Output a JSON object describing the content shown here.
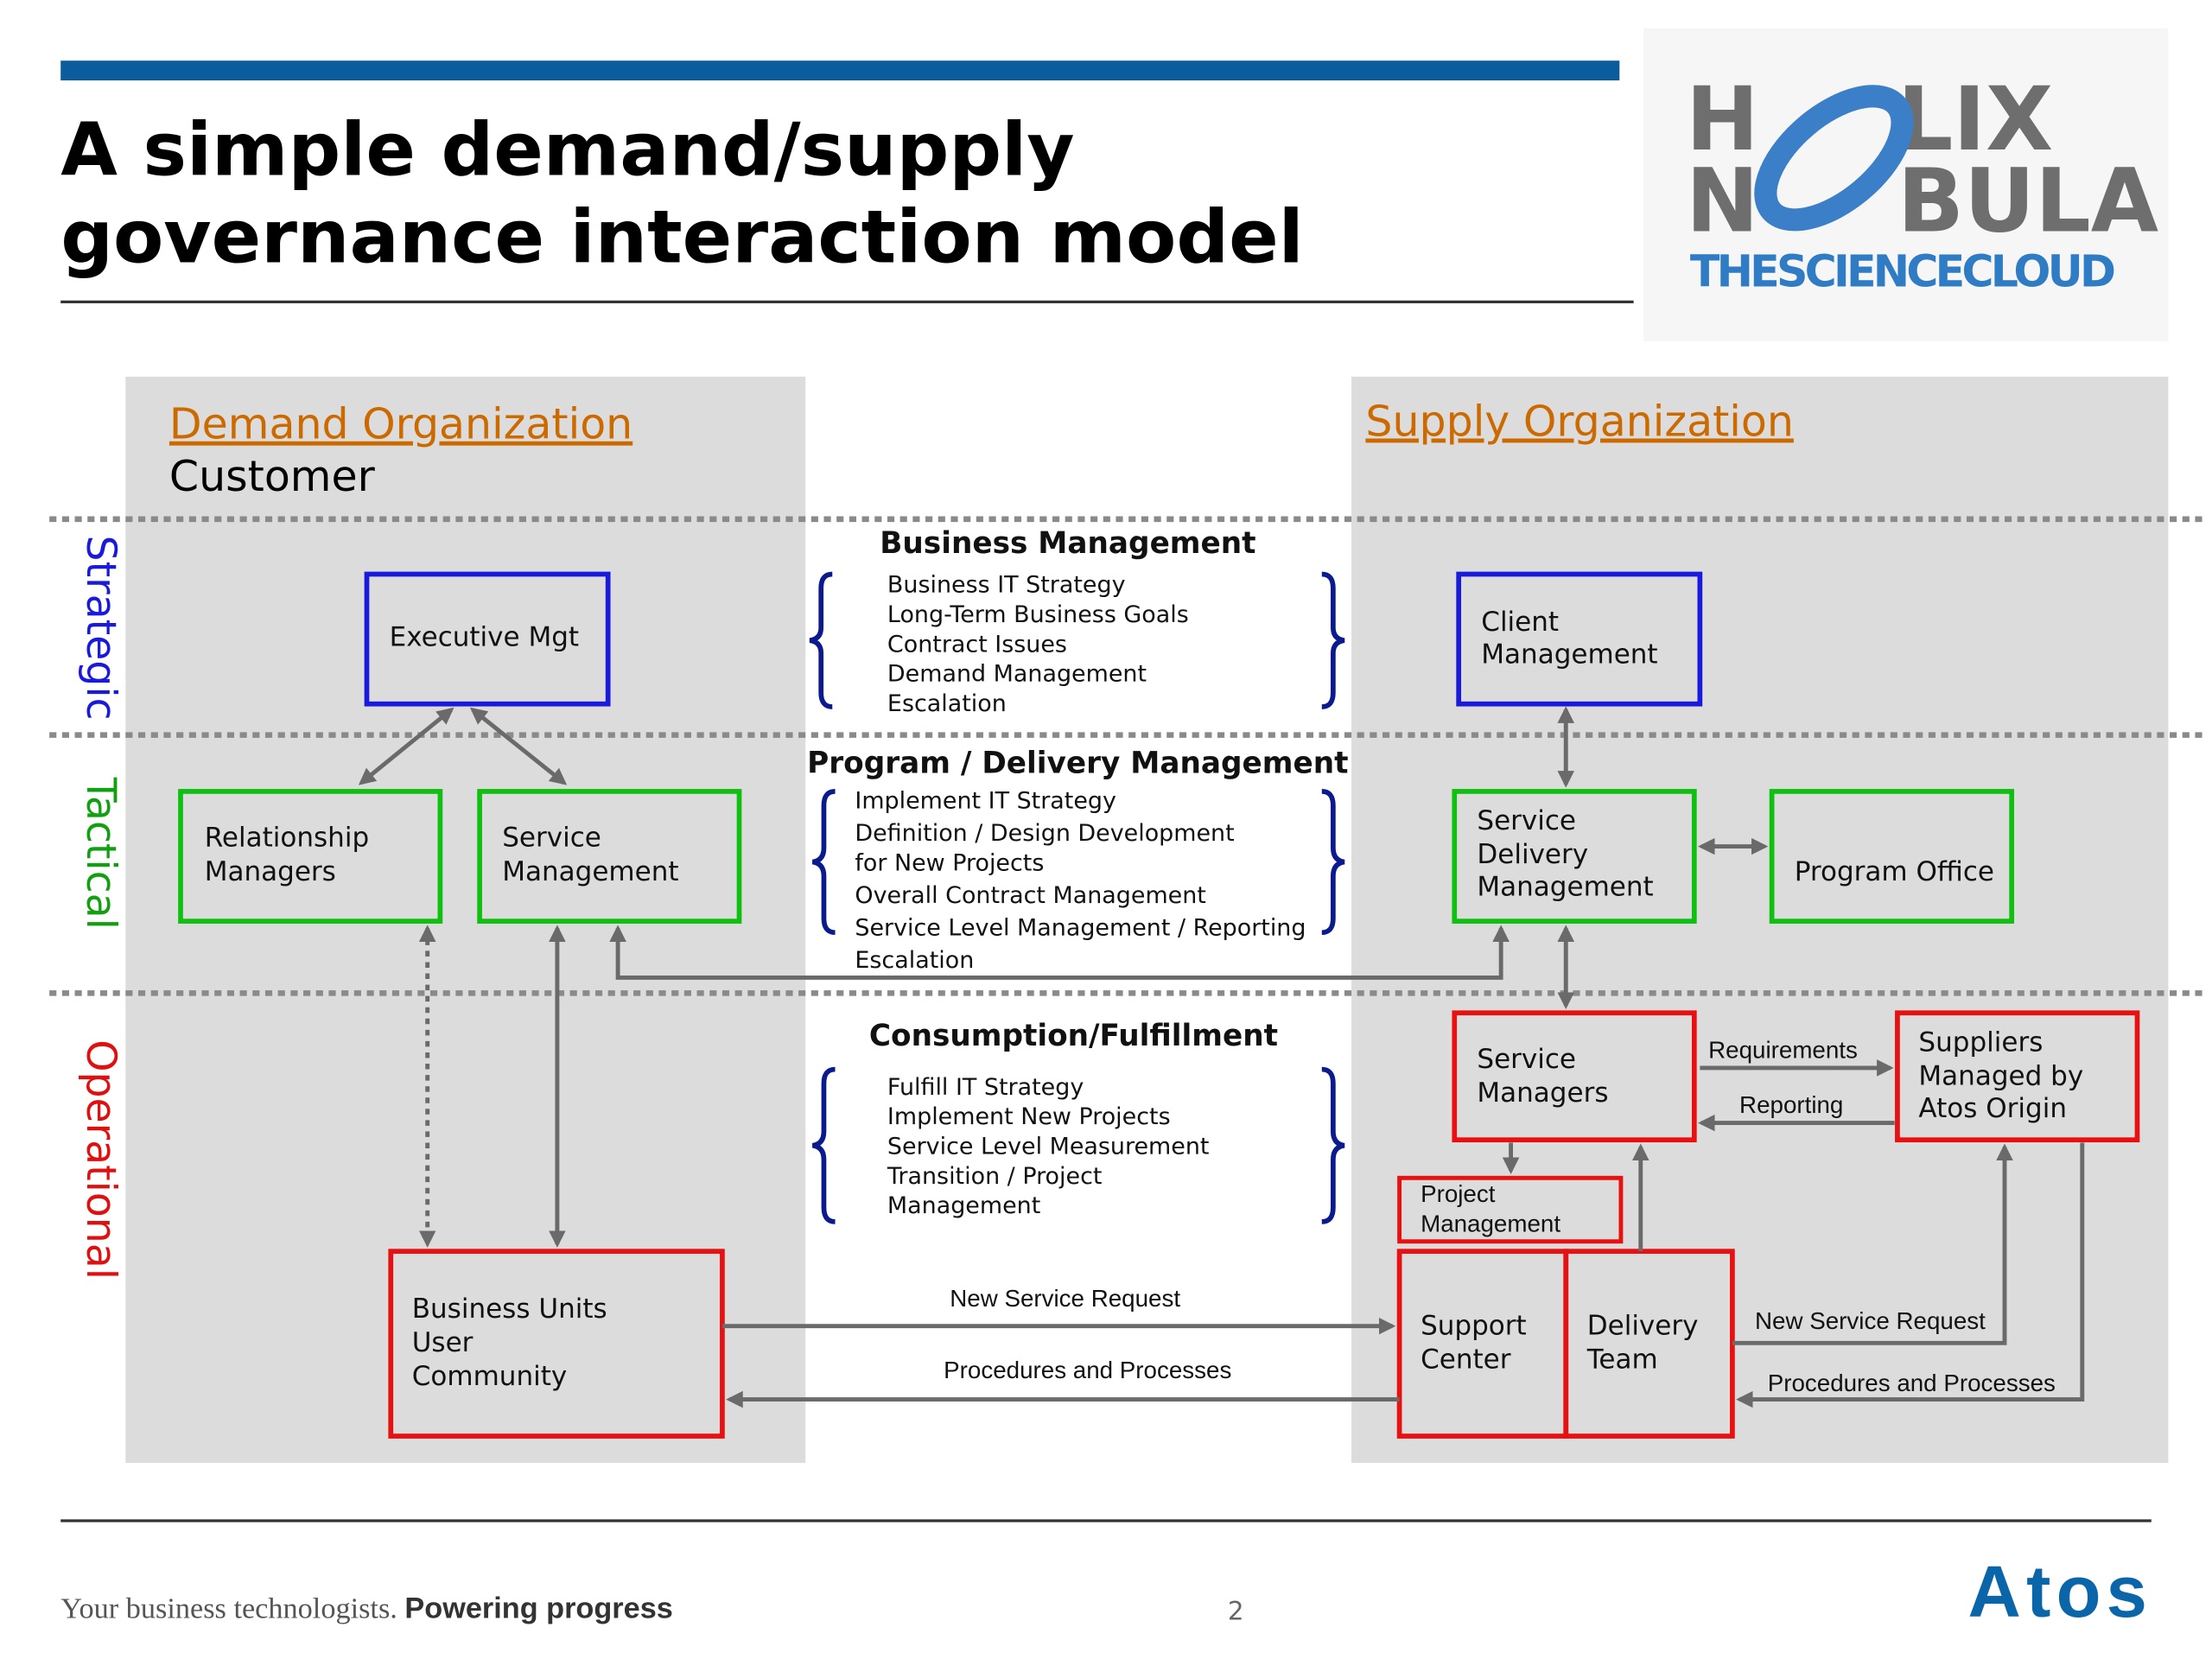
{
  "slide": {
    "title_lines": [
      "A simple demand/supply",
      "governance interaction model"
    ],
    "page_number": "2",
    "footer_tagline_regular": "Your business technologists.",
    "footer_tagline_bold": "Powering progress",
    "colors": {
      "accent_bar": "#0b5c9c",
      "strategic": "#1a1adc",
      "tactical": "#10a010",
      "operational": "#e01010",
      "org_heading": "#cc6a00",
      "panel": "#dcdcdc",
      "arrow": "#6a6a6a"
    }
  },
  "logos": {
    "helix_nebula": {
      "line1": "H LIX",
      "line2": "N BULA",
      "tagline": "THESCIENCECLOUD"
    },
    "atos": "Atos"
  },
  "demand": {
    "heading": "Demand Organization",
    "subheading": "Customer"
  },
  "supply": {
    "heading": "Supply Organization"
  },
  "layers": {
    "strategic": "Strategic",
    "tactical": "Tactical",
    "operational": "Operational"
  },
  "boxes": {
    "executive_mgt": [
      "Executive Mgt"
    ],
    "relationship_managers": [
      "Relationship",
      "Managers"
    ],
    "service_management": [
      "Service",
      "Management"
    ],
    "business_units": [
      "Business Units",
      "User",
      "Community"
    ],
    "client_management": [
      "Client",
      "Management"
    ],
    "service_delivery_management": [
      "Service",
      "Delivery",
      "Management"
    ],
    "program_office": [
      "Program Office"
    ],
    "service_managers": [
      "Service",
      "Managers"
    ],
    "suppliers": [
      "Suppliers",
      "Managed by",
      "Atos Origin"
    ],
    "project_management": [
      "Project",
      "Management"
    ],
    "support_center": [
      "Support",
      "Center"
    ],
    "delivery_team": [
      "Delivery",
      "Team"
    ]
  },
  "center": {
    "business_management": {
      "heading": "Business Management",
      "items": [
        "Business IT Strategy",
        "Long-Term Business Goals",
        "Contract Issues",
        "Demand Management",
        "Escalation"
      ]
    },
    "program_delivery": {
      "heading": "Program / Delivery Management",
      "items": [
        "Implement IT Strategy",
        "Definition / Design Development",
        "for New Projects",
        "Overall Contract Management",
        "Service Level Management / Reporting",
        "Escalation"
      ]
    },
    "consumption": {
      "heading": "Consumption/Fulfillment",
      "items": [
        "Fulfill IT Strategy",
        "Implement New Projects",
        "Service Level Measurement",
        "Transition / Project",
        "Management"
      ]
    }
  },
  "arrow_labels": {
    "requirements": "Requirements",
    "reporting": "Reporting",
    "new_service_request_center": "New Service Request",
    "procedures_center": "Procedures and Processes",
    "new_service_request_right": "New Service Request",
    "procedures_right": "Procedures and Processes"
  }
}
